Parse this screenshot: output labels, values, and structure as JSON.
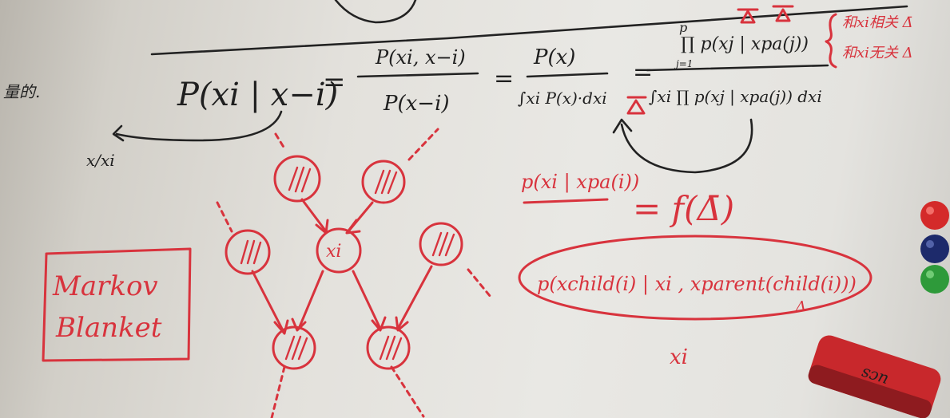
{
  "board": {
    "top_left_note": "量的.",
    "lhs": "P(xi | x−i)",
    "equals": "=",
    "frac1_num": "P(xi, x−i)",
    "frac1_den": "P(x−i)",
    "frac2_num": "P(x)",
    "frac2_den": "∫xi P(x)·dxi",
    "frac3_num": "∏ p(xj | xpa(j))",
    "frac3_den": "∫xi ∏ p(xj | xpa(j)) dxi",
    "prod_top": "p",
    "prod_bottom": "j=1",
    "side_note_1": "和xi相关 Δ̄",
    "side_note_2": "和xi无关 Δ",
    "arrow_label": "x/xi",
    "markov_blanket_line1": "Markov",
    "markov_blanket_line2": "Blanket",
    "node_center_label": "xi",
    "red_expr_1": "p(xi | xpa(i))",
    "red_expr_2": "= f(Δ̄)",
    "red_oval_expr": "p(xchild(i) | xi , xparent(child(i)))",
    "oval_delta": "Δ",
    "bottom_xi": "xi",
    "eraser_text": "ucs"
  },
  "colors": {
    "black_ink": "#222222",
    "red_ink": "#d8333d",
    "magnet_red": "#d42a2a",
    "magnet_blue": "#1d2a6b",
    "magnet_green": "#2e9a3a",
    "eraser": "#c8282c"
  }
}
